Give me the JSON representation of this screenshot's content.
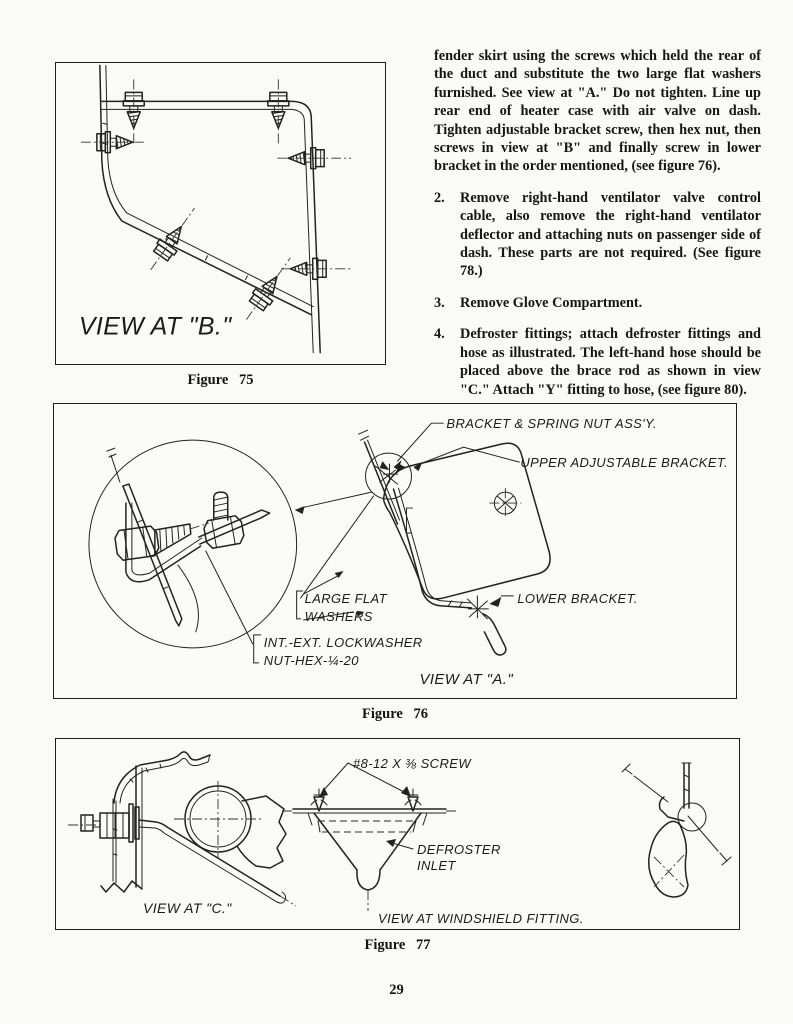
{
  "page": {
    "number": "29"
  },
  "column": {
    "paragraph1": "fender skirt using the screws which held the rear of the duct and substitute the two large flat washers furnished.  See view at \"A.\" Do not tighten.  Line up rear end of heater case with air valve on dash. Tighten adjustable bracket screw, then hex nut, then screws in view at \"B\" and finally screw in lower bracket in the order mentioned, (see figure 76).",
    "items": [
      {
        "num": "2.",
        "text": "Remove right-hand ventilator valve control cable, also remove the right-hand ventilator deflector and attaching nuts on passenger side of dash.  These parts are not required. (See figure 78.)"
      },
      {
        "num": "3.",
        "text": "Remove Glove Compartment."
      },
      {
        "num": "4.",
        "text": "Defroster fittings; attach defroster fittings and hose as illustrated.  The left-hand hose should be placed above the brace rod as shown in view \"C.\"  Attach \"Y\" fitting to hose, (see figure 80)."
      }
    ]
  },
  "figure75": {
    "caption": "Figure 75",
    "view_label": "VIEW AT \"B.\""
  },
  "figure76": {
    "caption": "Figure 76",
    "labels": {
      "bracket_spring_nut": "BRACKET & SPRING NUT ASS'Y.",
      "upper_adjustable_bracket": "UPPER ADJUSTABLE BRACKET.",
      "large_flat_line1": "LARGE FLAT",
      "large_flat_line2": "WASHERS",
      "lower_bracket": "LOWER BRACKET.",
      "lockwasher_line1": "INT.-EXT. LOCKWASHER",
      "lockwasher_line2": "NUT-HEX-¼-20",
      "view_label": "VIEW AT \"A.\""
    }
  },
  "figure77": {
    "caption": "Figure 77",
    "labels": {
      "view_c": "VIEW AT \"C.\"",
      "screw": "#8-12 X ⅜ SCREW",
      "defroster_line1": "DEFROSTER",
      "defroster_line2": "INLET",
      "view_windshield": "VIEW AT WINDSHIELD FITTING."
    }
  }
}
